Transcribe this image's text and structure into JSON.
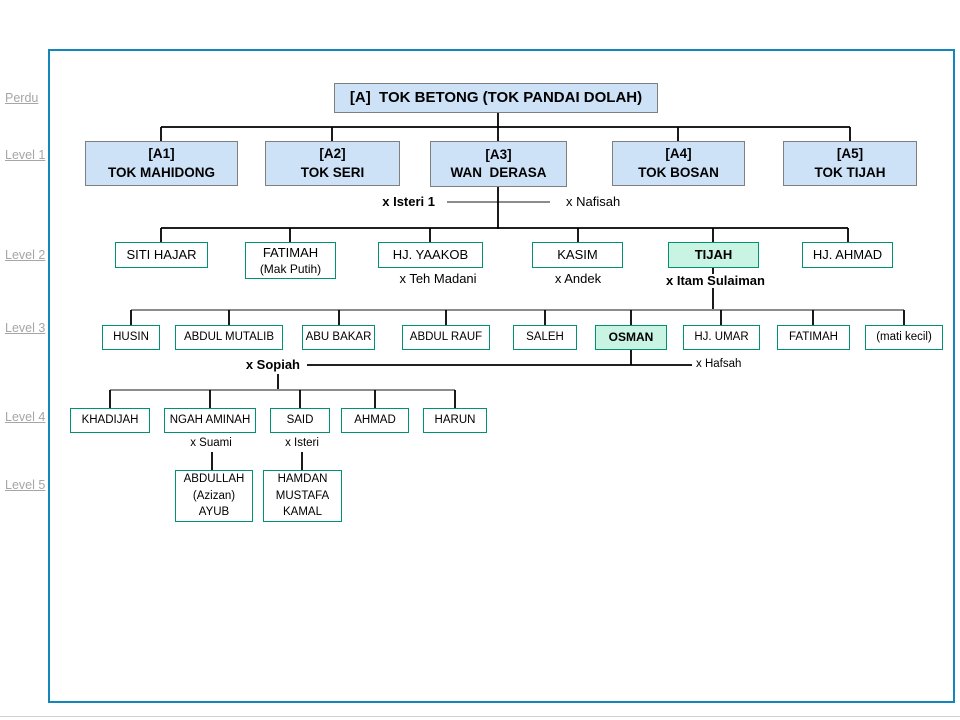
{
  "palette": {
    "blue_fill": "#cde1f7",
    "gray_border": "#7f7f7f",
    "teal_border": "#00916e",
    "hl_fill": "#c9f3e2",
    "frame_border": "#1386ba",
    "side_color": "#a6a6a6",
    "wire_black": "#000000",
    "wire_gray": "#8c8c8c"
  },
  "side_labels": [
    "Perdu",
    "Level 1",
    "Level 2",
    "Level 3",
    "Level 4",
    "Level 5"
  ],
  "root": {
    "label": "[A]  TOK BETONG (TOK PANDAI DOLAH)"
  },
  "level1": [
    {
      "code": "[A1]",
      "name": "TOK MAHIDONG"
    },
    {
      "code": "[A2]",
      "name": "TOK SERI"
    },
    {
      "code": "[A3]",
      "name": "WAN  DERASA"
    },
    {
      "code": "[A4]",
      "name": "TOK BOSAN"
    },
    {
      "code": "[A5]",
      "name": "TOK TIJAH"
    }
  ],
  "level2": [
    {
      "name": "SITI HAJAR"
    },
    {
      "name": "FATIMAH",
      "alias": "(Mak Putih)"
    },
    {
      "name": "HJ. YAAKOB"
    },
    {
      "name": "KASIM"
    },
    {
      "name": "TIJAH"
    },
    {
      "name": "HJ. AHMAD"
    }
  ],
  "level3": [
    "HUSIN",
    "ABDUL MUTALIB",
    "ABU BAKAR",
    "ABDUL RAUF",
    "SALEH",
    "OSMAN",
    "HJ. UMAR",
    "FATIMAH",
    "(mati kecil)"
  ],
  "level4": [
    "KHADIJAH",
    "NGAH AMINAH",
    "SAID",
    "AHMAD",
    "HARUN"
  ],
  "level5": [
    [
      "ABDULLAH",
      "(Azizan)",
      "AYUB"
    ],
    [
      "HAMDAN",
      "MUSTAFA",
      "KAMAL"
    ]
  ],
  "spouses": {
    "isteri1": "x Isteri 1",
    "nafisah": "x Nafisah",
    "teh_madani": "x Teh Madani",
    "andek": "x Andek",
    "itam_sulaiman": "x Itam Sulaiman",
    "sopiah": "x Sopiah",
    "hafsah": "x Hafsah",
    "suami": "x Suami",
    "isteri": "x Isteri"
  }
}
